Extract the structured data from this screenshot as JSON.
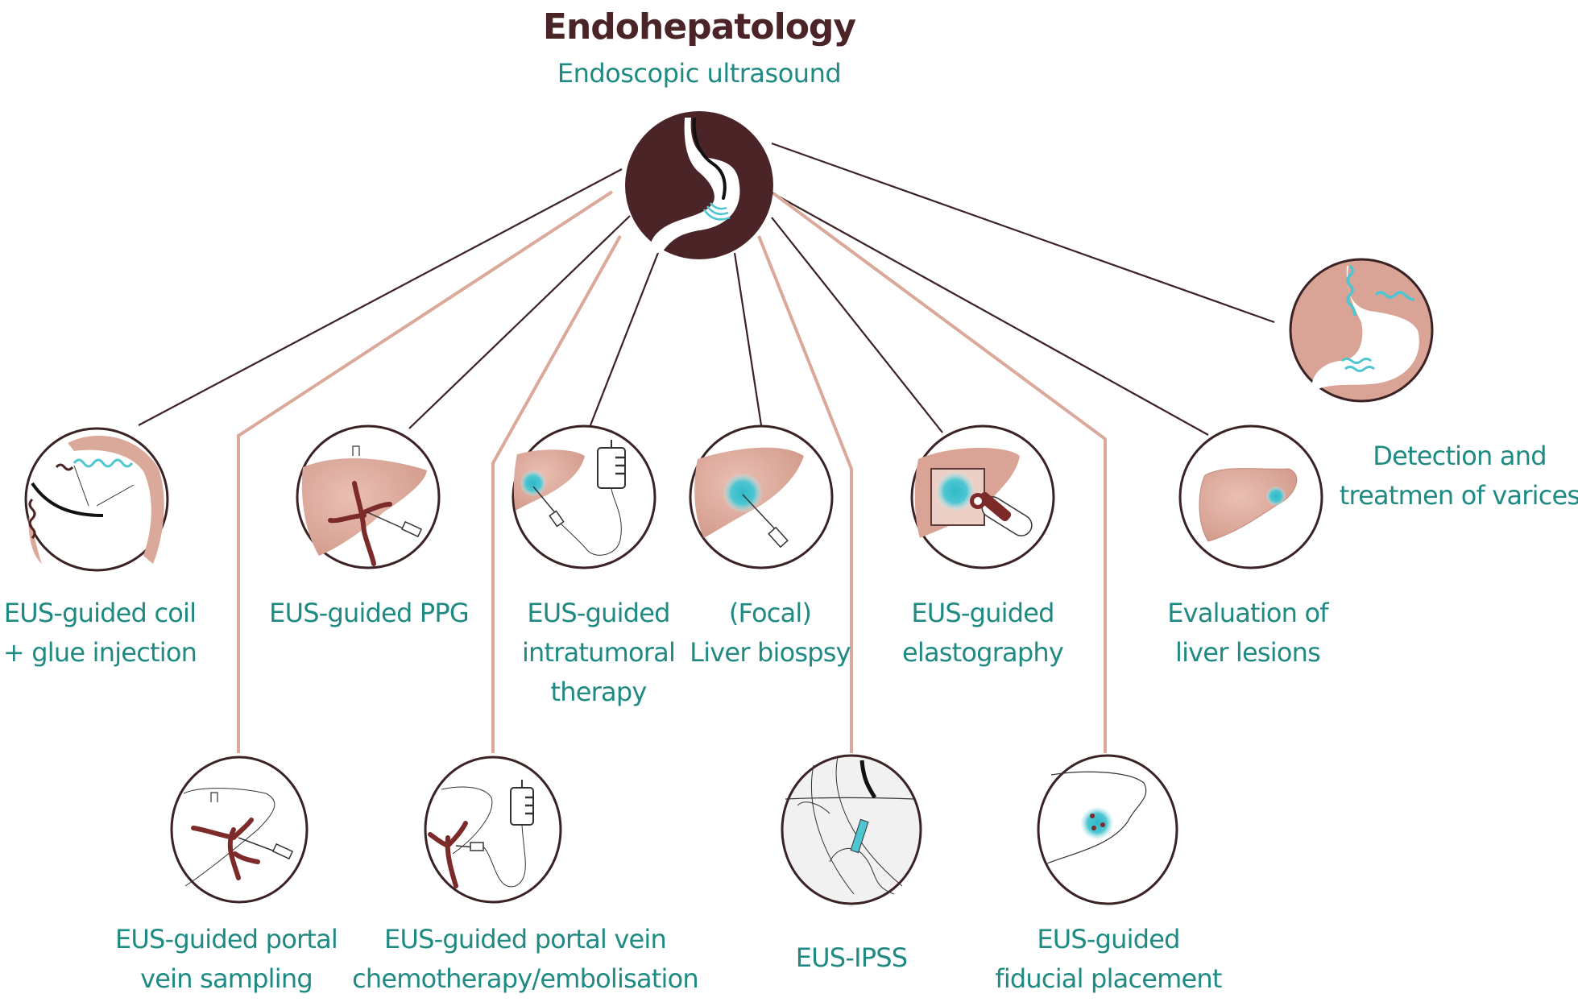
{
  "header": {
    "title": "Endohepatology",
    "subtitle": "Endoscopic ultrasound"
  },
  "colors": {
    "hub": "#4a2426",
    "primary_connector": "#3b2224",
    "secondary_connector": "#dba99a",
    "label_text": "#1e8a82",
    "tissue": "#d9a495",
    "tissue_light": "#ecc9bc",
    "vessel": "#7c2a2a",
    "highlight": "#4dc6d2",
    "outline": "#3b2224"
  },
  "hub": {
    "name": "Endoscopic ultrasound",
    "icon": "stomach-echoendoscope-icon"
  },
  "procedures": [
    {
      "id": "coil-glue",
      "row": "upper",
      "connector": "primary",
      "icon": "gastric-varices-coil-icon",
      "lines": [
        "EUS-guided coil",
        "+ glue injection"
      ]
    },
    {
      "id": "ppg",
      "row": "upper",
      "connector": "primary",
      "icon": "liver-portal-pressure-icon",
      "lines": [
        "EUS-guided PPG"
      ]
    },
    {
      "id": "intratumoral",
      "row": "upper",
      "connector": "primary",
      "icon": "liver-infusion-icon",
      "lines": [
        "EUS-guided",
        "intratumoral",
        "therapy"
      ]
    },
    {
      "id": "liver-biopsy",
      "row": "upper",
      "connector": "primary",
      "icon": "liver-biopsy-needle-icon",
      "lines": [
        "(Focal)",
        "Liver biospsy"
      ]
    },
    {
      "id": "elastography",
      "row": "upper",
      "connector": "primary",
      "icon": "liver-elastography-probe-icon",
      "lines": [
        "EUS-guided",
        "elastography"
      ]
    },
    {
      "id": "liver-lesions",
      "row": "upper",
      "connector": "primary",
      "icon": "liver-lesion-icon",
      "lines": [
        "Evaluation of",
        "liver lesions"
      ]
    },
    {
      "id": "varices",
      "row": "side",
      "connector": "primary",
      "icon": "stomach-varices-icon",
      "lines": [
        "Detection and",
        "treatmen of varices"
      ]
    },
    {
      "id": "portal-sampling",
      "row": "lower",
      "connector": "secondary",
      "icon": "portal-vein-sampling-icon",
      "lines": [
        "EUS-guided portal",
        "vein sampling"
      ]
    },
    {
      "id": "portal-chemo",
      "row": "lower",
      "connector": "secondary",
      "icon": "portal-vein-infusion-icon",
      "lines": [
        "EUS-guided portal vein",
        "chemotherapy/embolisation"
      ]
    },
    {
      "id": "ipss",
      "row": "lower",
      "connector": "secondary",
      "icon": "intrahepatic-shunt-stent-icon",
      "lines": [
        "EUS-IPSS"
      ]
    },
    {
      "id": "fiducial",
      "row": "lower",
      "connector": "secondary",
      "icon": "fiducial-markers-icon",
      "lines": [
        "EUS-guided",
        "fiducial placement"
      ]
    }
  ]
}
